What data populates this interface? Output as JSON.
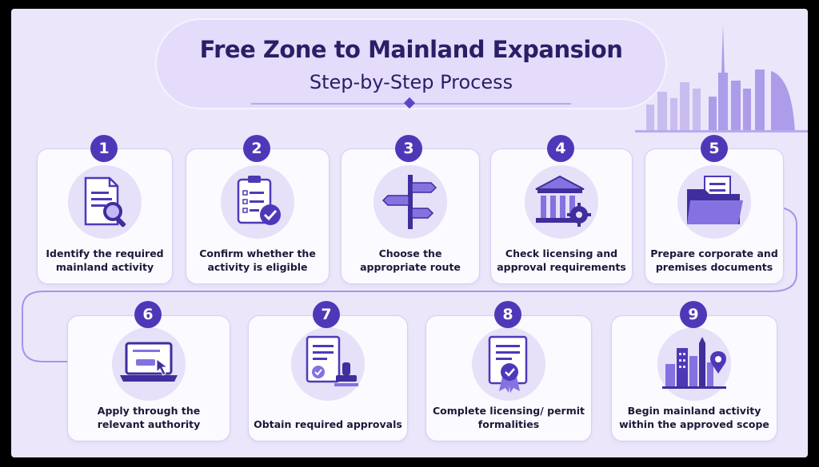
{
  "header": {
    "title": "Free Zone to Mainland Expansion",
    "subtitle": "Step-by-Step Process"
  },
  "steps": [
    {
      "number": "1",
      "label": "Identify the required mainland activity",
      "icon": "document-search-icon"
    },
    {
      "number": "2",
      "label": "Confirm whether the activity is eligible",
      "icon": "clipboard-check-icon"
    },
    {
      "number": "3",
      "label": "Choose the appropriate route",
      "icon": "signpost-icon"
    },
    {
      "number": "4",
      "label": "Check licensing and approval requirements",
      "icon": "bank-gear-icon"
    },
    {
      "number": "5",
      "label": "Prepare corporate and premises documents",
      "icon": "folder-documents-icon"
    },
    {
      "number": "6",
      "label": "Apply through the relevant authority",
      "icon": "laptop-cursor-icon"
    },
    {
      "number": "7",
      "label": "Obtain required approvals",
      "icon": "document-stamp-icon"
    },
    {
      "number": "8",
      "label": "Complete licensing/ permit formalities",
      "icon": "certificate-icon"
    },
    {
      "number": "9",
      "label": "Begin mainland activity within the approved scope",
      "icon": "city-location-icon"
    }
  ],
  "colors": {
    "background": "#ece6fb",
    "accent": "#4f38b8",
    "icon_fill": "#8571e0",
    "icon_dark": "#3f2e9c",
    "text": "#1c1838"
  }
}
